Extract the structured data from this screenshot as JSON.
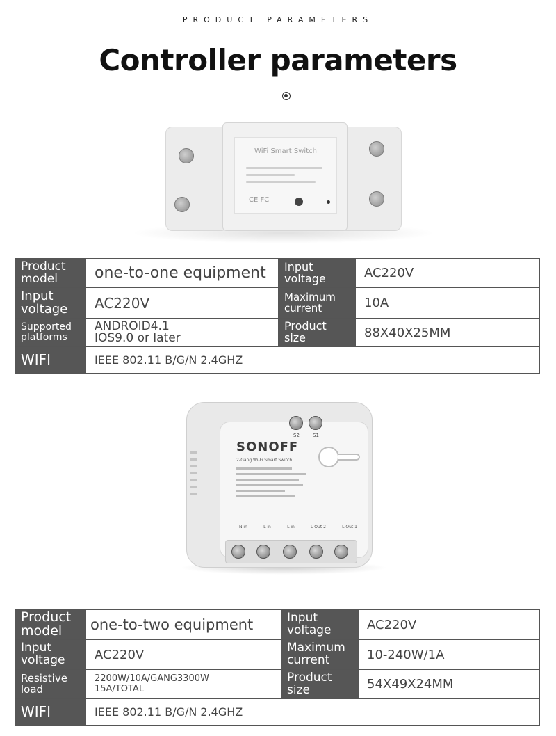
{
  "header": {
    "kicker": "PRODUCT PARAMETERS",
    "title": "Controller parameters"
  },
  "device1": {
    "label": "WiFi Smart Switch",
    "marks": "CE FC"
  },
  "device2": {
    "brand": "SONOFF",
    "label": "2-Gang Wi-Fi Smart Switch",
    "terminals": [
      "N in",
      "L in",
      "L in",
      "L Out 2",
      "L Out 1"
    ],
    "inputs": [
      "S2",
      "S1"
    ]
  },
  "table1": {
    "product_model_label": "Product model",
    "product_model_value": "one-to-one equipment",
    "input_voltage_label_r": "Input voltage",
    "input_voltage_value_r": "AC220V",
    "input_voltage_label": "Input voltage",
    "input_voltage_value": "AC220V",
    "max_current_label": "Maximum current",
    "max_current_value": "10A",
    "platforms_label": "Supported platforms",
    "platforms_line1": "ANDROID4.1",
    "platforms_line2": "IOS9.0 or later",
    "size_label": "Product size",
    "size_value": "88X40X25MM",
    "wifi_label": "WIFI",
    "wifi_value": "IEEE 802.11 B/G/N 2.4GHZ"
  },
  "table2": {
    "product_model_label": "Product model",
    "product_model_value": "one-to-two equipment",
    "input_voltage_label_r": "Input voltage",
    "input_voltage_value_r": "AC220V",
    "input_voltage_label": "Input voltage",
    "input_voltage_value": "AC220V",
    "max_current_label": "Maximum current",
    "max_current_value": "10-240W/1A",
    "load_label": "Resistive load",
    "load_line1": "2200W/10A/GANG3300W",
    "load_line2": "15A/TOTAL",
    "size_label": "Product size",
    "size_value": "54X49X24MM",
    "wifi_label": "WIFI",
    "wifi_value": "IEEE 802.11 B/G/N 2.4GHZ"
  }
}
